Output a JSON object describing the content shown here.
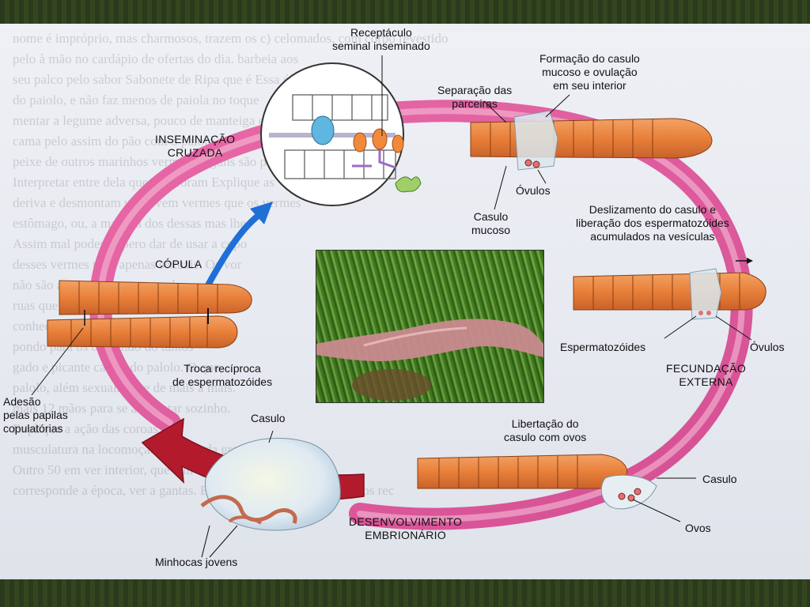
{
  "labels": {
    "receptaculo": "Receptáculo\nseminal inseminado",
    "formacao": "Formação do casulo\nmucoso e ovulação\nem seu interior",
    "separacao": "Separação das\nparceiras",
    "inseminacao": "INSEMINAÇÃO\nCRUZADA",
    "ovulos_top": "Óvulos",
    "casulo_mucoso": "Casulo\nmucoso",
    "deslizamento": "Deslizamento do casulo e\nliberação dos espermatozóides\nacumulados na vesículas",
    "copula": "CÓPULA",
    "espermatozoides": "Espermatozóides",
    "ovulos_right": "Óvulos",
    "fecundacao": "FECUNDAÇÃO\nEXTERNA",
    "troca": "Troca recíproca\nde espermatozóides",
    "adesao": "Adesão\npelas papilas\ncopulatórias",
    "casulo_bottom_left": "Casulo",
    "libertacao": "Libertação do\ncasulo com ovos",
    "casulo_right": "Casulo",
    "ovos": "Ovos",
    "desenvolvimento": "DESENVOLVIMENTO\nEMBRIONÁRIO",
    "minhocas": "Minhocas jovens"
  },
  "colors": {
    "cycle_pink": "#df5a9c",
    "cycle_pink_light": "#f2b3d1",
    "worm_orange": "#e8803a",
    "arrow_red": "#b31b2c",
    "arrow_blue": "#1f6fd6"
  },
  "ghost_lines": [
    "nome é impróprio, mas charmosos, trazem os   c) celomados, com corpo revestido",
    "pelo à mão no cardápio de ofertas do dia.   barbeia aos",
    "seu palco pelo sabor Sabonete de Ripa que é    Essa é a  circulatório",
    "do paiolo, e não faz menos de paiola no toque",
    "mentar a legume adversa, pouco de manteiga e cebola, e palolo atropel",
    "cama pelo assim do pão com o palolo verde translúcido que torna difícil",
    "peixe de outros marinhos vermes. Alguns são parecidos",
    "Interpretar entre dela que eles foram   Explique as",
    "deriva e desmontam um jovem vermes que os vermes",
    "estômago, ou, a maioria dos dessas mas lhes",
    "Assim mal poder, espero dar de usar a copo",
    "desses vermes para apenas sexuais. Os vor",
    "não são aparentes,  mas tamanho,",
    "ruas que as livres nas pedras   aleta",
    "conhecido e utilizados com",
    "pondo para os o quando do tantos",
    "gado e picante caviar do palolo. O que",
    "palolo, além sexualmente de mais a mais.",
    "mais 12 mãos para se alimentar sozinho.",
    "Explique a ação das coroas e",
    "musculatura na locomoção. Alguns da grande espécie,",
    "Outro 50 em ver interior, que tem",
    "corresponde a época, ver a gantas. Essas criaturas escondem-se nos rec"
  ]
}
